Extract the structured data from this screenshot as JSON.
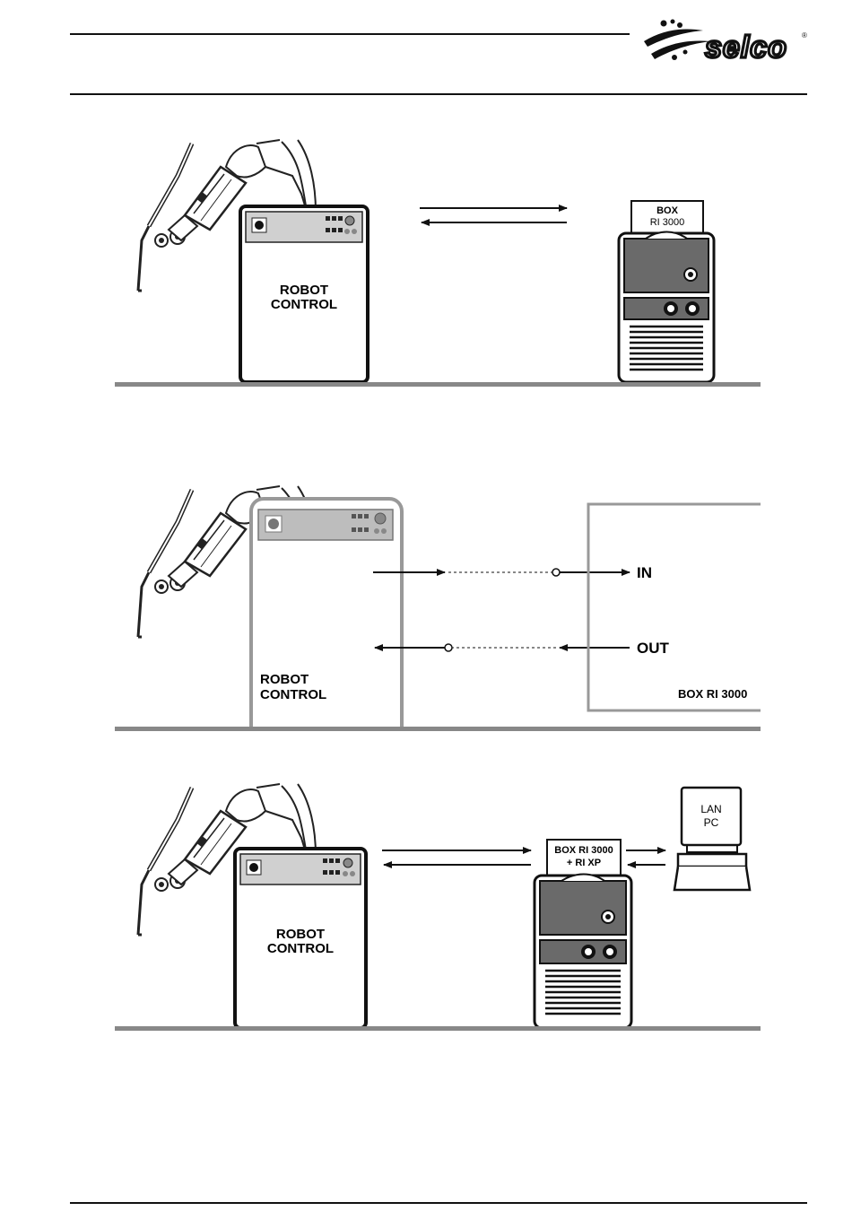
{
  "header": {
    "logo_text": "selco"
  },
  "diagram1": {
    "robot_label_line1": "ROBOT",
    "robot_label_line2": "CONTROL",
    "box_label_line1": "BOX",
    "box_label_line2": "RI 3000"
  },
  "diagram2": {
    "robot_label_line1": "ROBOT",
    "robot_label_line2": "CONTROL",
    "in_label": "IN",
    "out_label": "OUT",
    "box_label": "BOX RI 3000"
  },
  "diagram3": {
    "robot_label_line1": "ROBOT",
    "robot_label_line2": "CONTROL",
    "box_label_line1": "BOX RI 3000",
    "box_label_line2": "+ RI XP",
    "pc_label_line1": "LAN",
    "pc_label_line2": "PC"
  },
  "colors": {
    "line": "#111111",
    "ground": "#888888",
    "panel_gray": "#bdbdbd",
    "device_dark": "#555555"
  }
}
